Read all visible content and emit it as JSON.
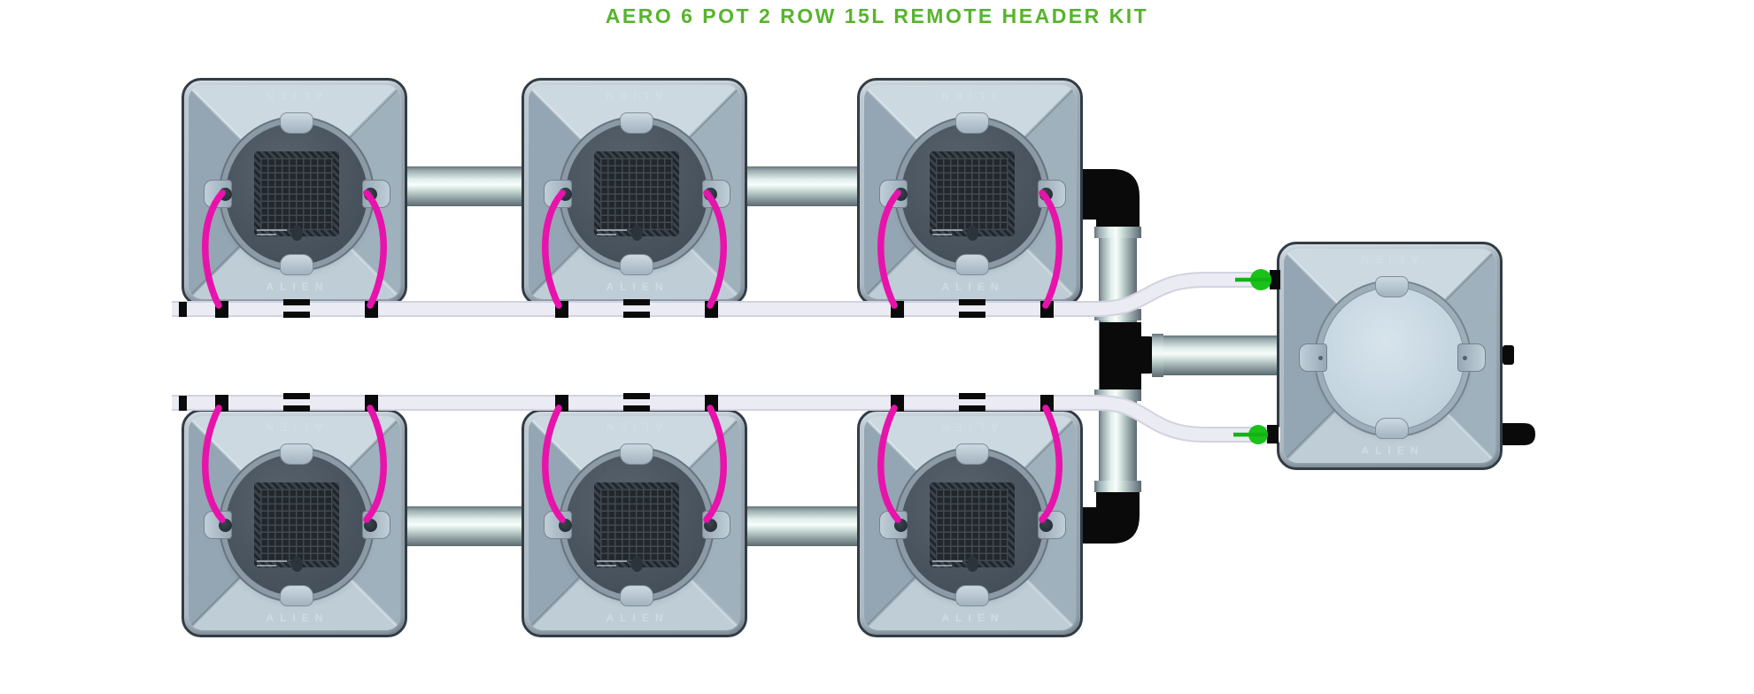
{
  "title": {
    "text": "AERO 6 POT 2 ROW 15L REMOTE HEADER KIT"
  },
  "branding": {
    "pot_label": "ALIEN",
    "header_label": "ALIEN"
  },
  "colors": {
    "title_green": "#57b42c",
    "connector_green": "#1ac11a",
    "feed_tube_pink": "#e713ab",
    "drain_tube_white": "#ebebf4",
    "fitting_black": "#0a0a0a",
    "pipe_metal_light": "#f7fdfa",
    "pipe_metal_dark": "#66757b",
    "pot_body_gray_blue": "#b4c3ce",
    "pot_lid_dark": "#4a545e",
    "header_lid_light": "#c3d4df",
    "background": "#ffffff"
  }
}
